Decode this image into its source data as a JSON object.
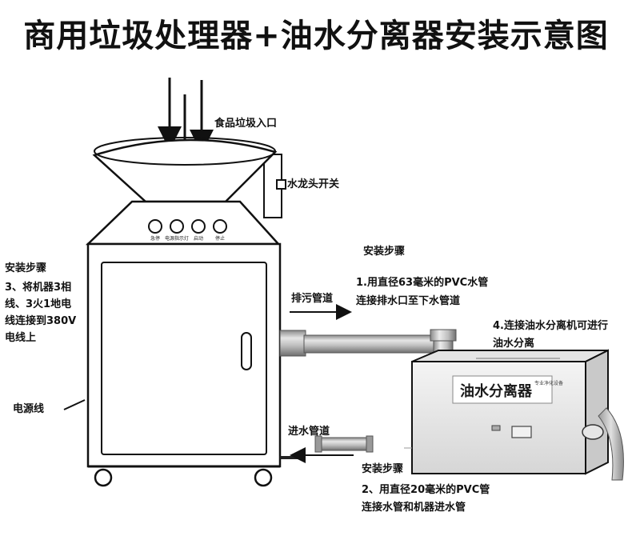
{
  "title": "商用垃圾处理器+油水分离器安装示意图",
  "labels": {
    "food_inlet": "食品垃圾入口",
    "faucet_switch": "水龙头开关",
    "drain_pipe": "排污管道",
    "inlet_pipe": "进水管道",
    "power_cord": "电源线"
  },
  "control_buttons": [
    "急停",
    "电源指示灯",
    "启动",
    "停止"
  ],
  "separator": {
    "name": "油水分离器",
    "sub_label": "专业净化设备"
  },
  "steps": {
    "left": {
      "heading": "安装步骤",
      "lines": [
        "3、将机器3相",
        "线、3火1地电",
        "线连接到380V",
        "电线上"
      ]
    },
    "top": {
      "heading": "安装步骤",
      "lines": [
        "1.用直径63毫米的PVC水管",
        "连接排水口至下水管道"
      ]
    },
    "right": {
      "lines": [
        "4.连接油水分离机可进行",
        "油水分离"
      ]
    },
    "bottom": {
      "heading": "安装步骤",
      "lines": [
        "2、用直径20毫米的PVC管",
        "连接水管和机器进水管"
      ]
    }
  }
}
